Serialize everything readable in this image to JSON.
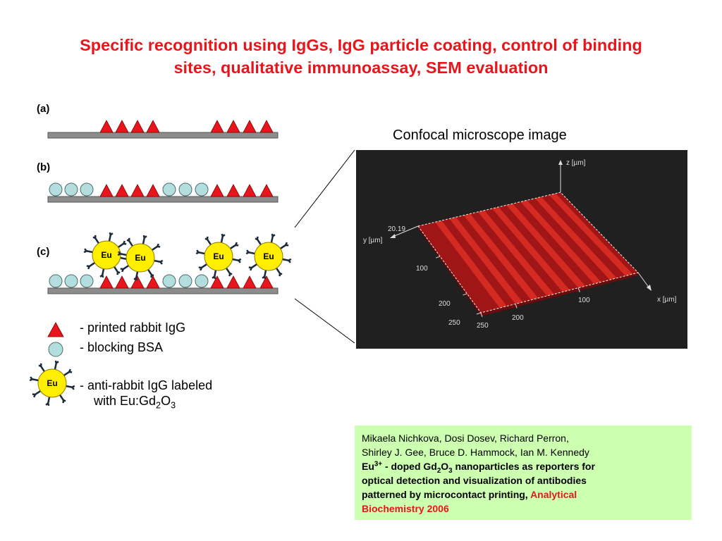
{
  "title": {
    "line1": "Specific recognition using IgGs, IgG particle coating, control of binding",
    "line2": "sites, qualitative immunoassay, SEM evaluation"
  },
  "panels": [
    {
      "label": "(a)"
    },
    {
      "label": "(b)"
    },
    {
      "label": "(c)"
    }
  ],
  "particle_label": "Eu",
  "legend": {
    "igg": "- printed rabbit IgG",
    "bsa": "- blocking BSA",
    "anti_line1": "- anti-rabbit IgG labeled",
    "anti_line2_prefix": "with Eu:Gd",
    "anti_sub1": "2",
    "anti_mid": "O",
    "anti_sub2": "3"
  },
  "confocal": {
    "title": "Confocal microscope image",
    "z_axis": "z [µm]",
    "y_axis": "y [µm]",
    "x_axis": "x [µm]",
    "z_value": "20.19",
    "y_ticks": [
      "100",
      "200",
      "250"
    ],
    "x_ticks": [
      "250",
      "200",
      "100"
    ]
  },
  "reference": {
    "authors1": "Mikaela Nichkova, Dosi Dosev, Richard Perron,",
    "authors2": "Shirley J. Gee, Bruce D. Hammock, Ian M. Kennedy",
    "eu": "Eu",
    "eu_sup": "3+",
    "t1": " - doped Gd",
    "sub1": "2",
    "o": "O",
    "sub2": "3",
    "t2": " nanoparticles as reporters for",
    "line4": "optical detection and visualization of antibodies",
    "line5": "patterned by microcontact printing, ",
    "journal1": "Analytical",
    "journal2": "Biochemistry 2006"
  },
  "colors": {
    "title": "#e8161c",
    "igg": "#e8161c",
    "bsa": "#b4dede",
    "particle": "#ffee00",
    "substrate": "#8c8c8c",
    "reference_bg": "#ccffb0",
    "surface": "#a01616"
  }
}
